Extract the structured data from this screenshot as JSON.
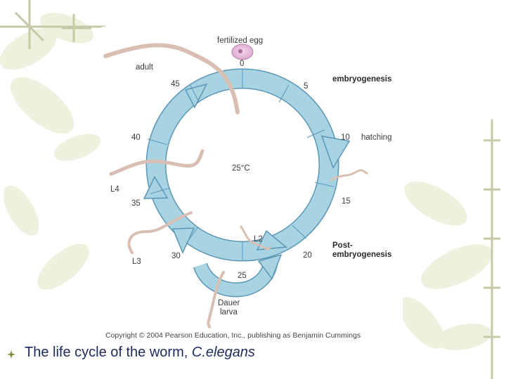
{
  "diagram": {
    "center_label": "25°C",
    "stage_labels": {
      "fertilized_egg": "fertilized egg",
      "adult": "adult",
      "embryogenesis": "embryogenesis",
      "hatching": "hatching",
      "l4": "L4",
      "l3": "L3",
      "l2": "L2",
      "post_line1": "Post-",
      "post_line2": "embryogenesis",
      "dauer_line1": "Dauer",
      "dauer_line2": "larva"
    },
    "hour_marks": [
      "0",
      "5",
      "10",
      "15",
      "20",
      "25",
      "30",
      "35",
      "40",
      "45"
    ],
    "copyright": "Copyright © 2004 Pearson Education, Inc., publishing as Benjamin Cummings",
    "colors": {
      "ring": "#a8d3e3",
      "ring_stroke": "#5a97b5",
      "worm": "#d9bfb3",
      "egg": "#e5b3d9"
    }
  },
  "caption": {
    "text": "The life cycle of the worm, ",
    "species": "C.elegans"
  },
  "colors": {
    "caption": "#1d2a5e",
    "bullet": "#7f8a3a"
  }
}
